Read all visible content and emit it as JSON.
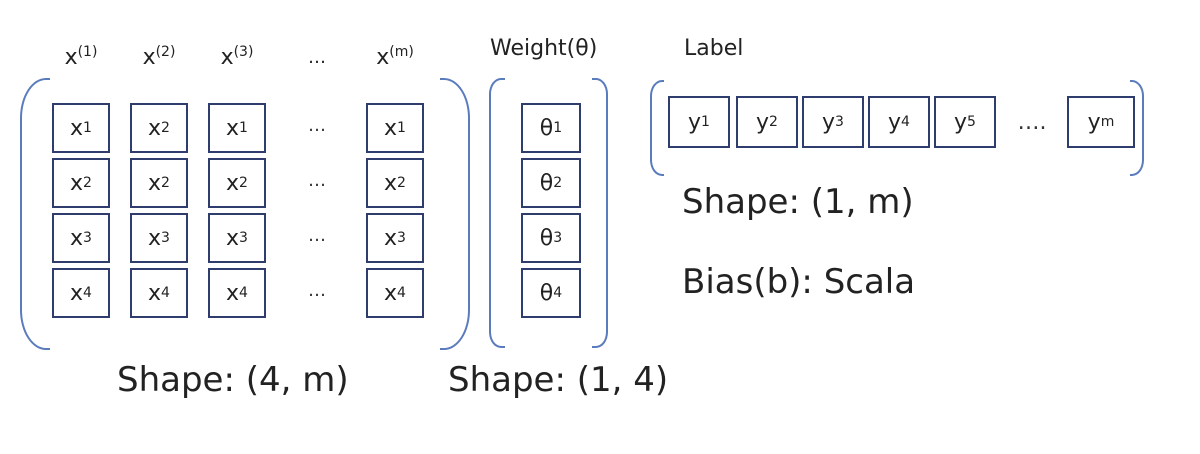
{
  "input_matrix": {
    "headers": [
      {
        "base": "x",
        "sup": "(1)"
      },
      {
        "base": "x",
        "sup": "(2)"
      },
      {
        "base": "x",
        "sup": "(3)"
      },
      {
        "base": "…",
        "sup": ""
      },
      {
        "base": "x",
        "sup": "(m)"
      }
    ],
    "rows": [
      [
        {
          "base": "x",
          "sub": "1"
        },
        {
          "base": "x",
          "sub": "2"
        },
        {
          "base": "x",
          "sub": "1"
        },
        {
          "base": "…",
          "sub": ""
        },
        {
          "base": "x",
          "sub": "1"
        }
      ],
      [
        {
          "base": "x",
          "sub": "2"
        },
        {
          "base": "x",
          "sub": "2"
        },
        {
          "base": "x",
          "sub": "2"
        },
        {
          "base": "…",
          "sub": ""
        },
        {
          "base": "x",
          "sub": "2"
        }
      ],
      [
        {
          "base": "x",
          "sub": "3"
        },
        {
          "base": "x",
          "sub": "3"
        },
        {
          "base": "x",
          "sub": "3"
        },
        {
          "base": "…",
          "sub": ""
        },
        {
          "base": "x",
          "sub": "3"
        }
      ],
      [
        {
          "base": "x",
          "sub": "4"
        },
        {
          "base": "x",
          "sub": "4"
        },
        {
          "base": "x",
          "sub": "4"
        },
        {
          "base": "…",
          "sub": ""
        },
        {
          "base": "x",
          "sub": "4"
        }
      ]
    ],
    "shape_label": "Shape: (4, m)"
  },
  "weight": {
    "title": "Weight(θ)",
    "cells": [
      {
        "base": "θ",
        "sub": "1"
      },
      {
        "base": "θ",
        "sub": "2"
      },
      {
        "base": "θ",
        "sub": "3"
      },
      {
        "base": "θ",
        "sub": "4"
      }
    ],
    "shape_label": "Shape: (1, 4)"
  },
  "label": {
    "title": "Label",
    "cells": [
      {
        "base": "y",
        "sub": "1"
      },
      {
        "base": "y",
        "sub": "2"
      },
      {
        "base": "y",
        "sub": "3"
      },
      {
        "base": "y",
        "sub": "4"
      },
      {
        "base": "y",
        "sub": "5"
      },
      {
        "base": "….",
        "sub": ""
      },
      {
        "base": "y",
        "sub": "m"
      }
    ],
    "shape_label": "Shape: (1, m)"
  },
  "bias": {
    "text": "Bias(b): Scala"
  }
}
